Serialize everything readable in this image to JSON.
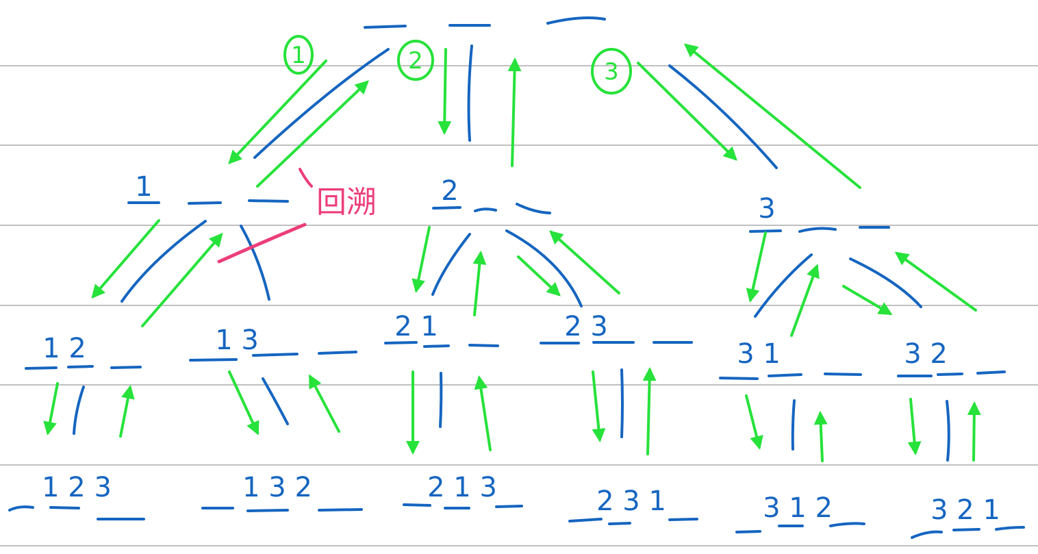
{
  "colors": {
    "blue": "#1565c0",
    "green": "#26e23a",
    "pink": "#ec3e78",
    "rule": "#9a9a9a"
  },
  "annotations": {
    "c1": "1",
    "c2": "2",
    "c3": "3",
    "backtrack": "回溯"
  },
  "nodes": {
    "l1a": "1",
    "l1b": "2",
    "l1c": "3",
    "l2a": "1 2",
    "l2b": "1 3",
    "l2c": "2 1",
    "l2d": "2 3",
    "l2e": "3 1",
    "l2f": "3 2",
    "l3a": "1 2 3",
    "l3b": "1 3 2",
    "l3c": "2 1 3",
    "l3d": "2 3 1",
    "l3e": "3 1 2",
    "l3f": "3 2 1"
  }
}
